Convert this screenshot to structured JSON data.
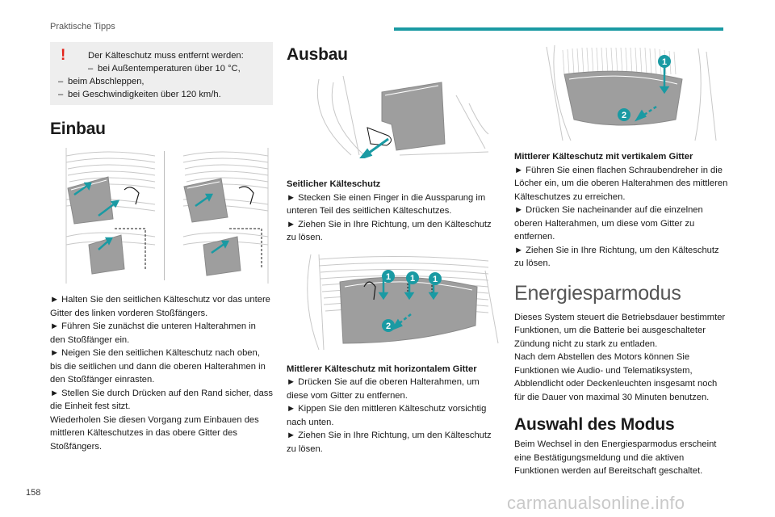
{
  "header": {
    "section": "Praktische Tipps"
  },
  "warning": {
    "mark": "!",
    "intro": "Der Kälteschutz muss entfernt werden:",
    "items": [
      "bei Außentemperaturen über 10 °C,",
      "beim Abschleppen,",
      "bei Geschwindigkeiten über 120 km/h."
    ],
    "dash": "–"
  },
  "einbau": {
    "title": "Einbau",
    "steps": [
      "► Halten Sie den seitlichen Kälteschutz vor das untere Gitter des linken vorderen Stoßfängers.",
      "► Führen Sie zunächst die unteren Halterahmen in den Stoßfänger ein.",
      "► Neigen Sie den seitlichen Kälteschutz nach oben, bis die seitlichen und dann die oberen Halterahmen in den Stoßfänger einrasten.",
      "► Stellen Sie durch Drücken auf den Rand sicher, dass die Einheit fest sitzt.",
      "Wiederholen Sie diesen Vorgang zum Einbauen des mittleren Kälteschutzes in das obere Gitter des Stoßfängers."
    ]
  },
  "ausbau": {
    "title": "Ausbau",
    "seitlich": {
      "title": "Seitlicher Kälteschutz",
      "steps": [
        "► Stecken Sie einen Finger in die Aussparung im unteren Teil des seitlichen Kälteschutzes.",
        "► Ziehen Sie in Ihre Richtung, um den Kälteschutz zu lösen."
      ]
    },
    "horizontal": {
      "title": "Mittlerer Kälteschutz mit horizontalem Gitter",
      "callouts": [
        "1",
        "1",
        "1",
        "2"
      ],
      "steps": [
        "► Drücken Sie auf die oberen Halterahmen, um diese vom Gitter zu entfernen.",
        "► Kippen Sie den mittleren Kälteschutz vorsichtig nach unten.",
        "► Ziehen Sie in Ihre Richtung, um den Kälteschutz zu lösen."
      ]
    },
    "vertikal": {
      "title": "Mittlerer Kälteschutz mit vertikalem Gitter",
      "callouts": [
        "1",
        "2"
      ],
      "steps": [
        "► Führen Sie einen flachen Schraubendreher in die Löcher ein, um die oberen Halterahmen des mittleren Kälteschutzes zu erreichen.",
        "► Drücken Sie nacheinander auf die einzelnen oberen Halterahmen, um diese vom Gitter zu entfernen.",
        "► Ziehen Sie in Ihre Richtung, um den Kälteschutz zu lösen."
      ]
    }
  },
  "energiespar": {
    "title": "Energiesparmodus",
    "paragraphs": [
      "Dieses System steuert die Betriebsdauer bestimmter Funktionen, um die Batterie bei ausgeschalteter Zündung nicht zu stark zu entladen.",
      "Nach dem Abstellen des Motors können Sie Funktionen wie Audio- und Telematiksystem, Abblendlicht oder Deckenleuchten insgesamt noch für die Dauer von maximal 30 Minuten benutzen."
    ]
  },
  "auswahl": {
    "title": "Auswahl des Modus",
    "text": "Beim Wechsel in den Energiesparmodus erscheint eine Bestätigungsmeldung und die aktiven Funktionen werden auf Bereitschaft geschaltet."
  },
  "footer": {
    "page": "158",
    "watermark": "carmanualsonline.info"
  },
  "colors": {
    "accent": "#1a9aa3",
    "warning": "#e2231a",
    "callout": "#22a0a0"
  }
}
